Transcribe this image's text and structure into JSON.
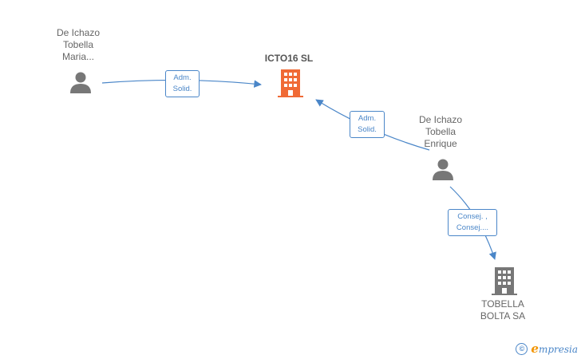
{
  "nodes": {
    "person_maria": {
      "lines": [
        "De Ichazo",
        "Tobella",
        "Maria..."
      ]
    },
    "company_icto16": {
      "title": "ICTO16  SL"
    },
    "person_enrique": {
      "lines": [
        "De Ichazo",
        "Tobella",
        "Enrique"
      ]
    },
    "company_tobella": {
      "lines": [
        "TOBELLA",
        "BOLTA SA"
      ]
    }
  },
  "edges": {
    "maria_to_icto16": {
      "lines": [
        "Adm.",
        "Solid."
      ]
    },
    "enrique_to_icto16": {
      "lines": [
        "Adm.",
        "Solid."
      ]
    },
    "enrique_to_tobella": {
      "lines": [
        "Consej. ,",
        "Consej...."
      ]
    }
  },
  "brand": {
    "symbol": "©",
    "name_initial": "e",
    "name_rest": "mpresia"
  },
  "colors": {
    "edge": "#4a86c8",
    "person_icon": "#777777",
    "main_company": "#f06a35",
    "other_company": "#777777"
  }
}
